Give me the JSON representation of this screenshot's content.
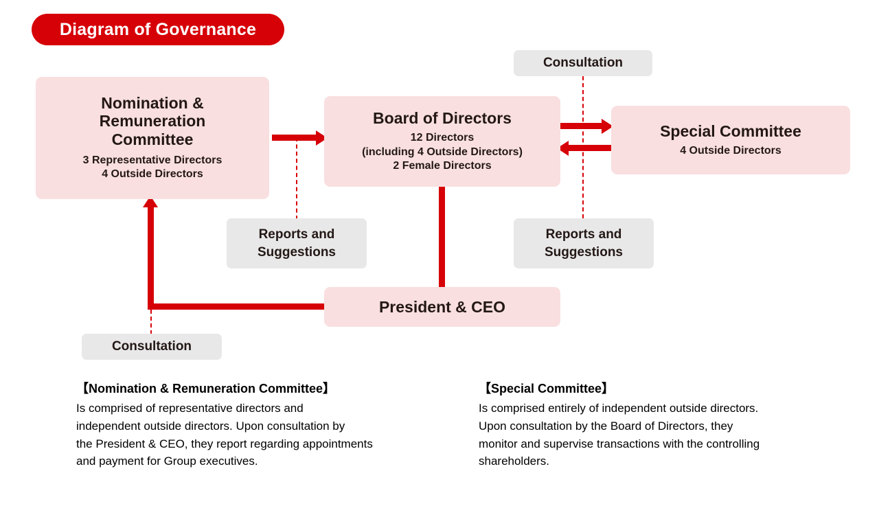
{
  "title": {
    "label": "Diagram of Governance",
    "pill_color": "#D60007",
    "text_color": "#FFFFFF"
  },
  "palette": {
    "node_fill": "#F9DFE0",
    "chip_fill": "#E8E8E8",
    "connector": "#D60007",
    "text": "#231815",
    "background": "#FFFFFF"
  },
  "nodes": {
    "nomination": {
      "title": "Nomination &\nRemuneration\nCommittee",
      "title_line1": "Nomination &",
      "title_line2": "Remuneration",
      "title_line3": "Committee",
      "sub_line1": "3 Representative Directors",
      "sub_line2": "4 Outside Directors"
    },
    "board": {
      "title": "Board of Directors",
      "sub_line1": "12 Directors",
      "sub_line2": "(including 4 Outside Directors)",
      "sub_line3": "2 Female Directors"
    },
    "special": {
      "title": "Special Committee",
      "sub_line1": "4 Outside Directors"
    },
    "president": {
      "title": "President & CEO"
    }
  },
  "chips": {
    "consultation_top": "Consultation",
    "reports_left_line1": "Reports and",
    "reports_left_line2": "Suggestions",
    "reports_right_line1": "Reports and",
    "reports_right_line2": "Suggestions",
    "consultation_bottom": "Consultation"
  },
  "connectors": [
    {
      "name": "nomination-to-board",
      "style": "solid-arrow",
      "direction": "right"
    },
    {
      "name": "board-to-special",
      "style": "solid-arrow",
      "direction": "right"
    },
    {
      "name": "special-to-board",
      "style": "solid-arrow",
      "direction": "left"
    },
    {
      "name": "board-to-president",
      "style": "solid-line",
      "direction": "vertical"
    },
    {
      "name": "president-to-nomination",
      "style": "solid-arrow",
      "direction": "up"
    },
    {
      "name": "board-reports-left",
      "style": "dashed-line",
      "direction": "vertical"
    },
    {
      "name": "special-consultation-reports",
      "style": "dashed-line",
      "direction": "vertical"
    },
    {
      "name": "president-consultation",
      "style": "dashed-line",
      "direction": "vertical"
    }
  ],
  "notes": {
    "nomination": {
      "heading": "【Nomination & Remuneration Committee】",
      "lines": [
        "Is comprised of representative directors and",
        "independent outside directors. Upon consultation by",
        "the President & CEO, they report regarding appointments",
        "and payment for Group executives."
      ]
    },
    "special": {
      "heading": "【Special Committee】",
      "lines": [
        "Is comprised entirely of independent outside directors.",
        "Upon consultation by the Board of Directors, they",
        "monitor and supervise transactions with the controlling",
        "shareholders."
      ]
    }
  }
}
